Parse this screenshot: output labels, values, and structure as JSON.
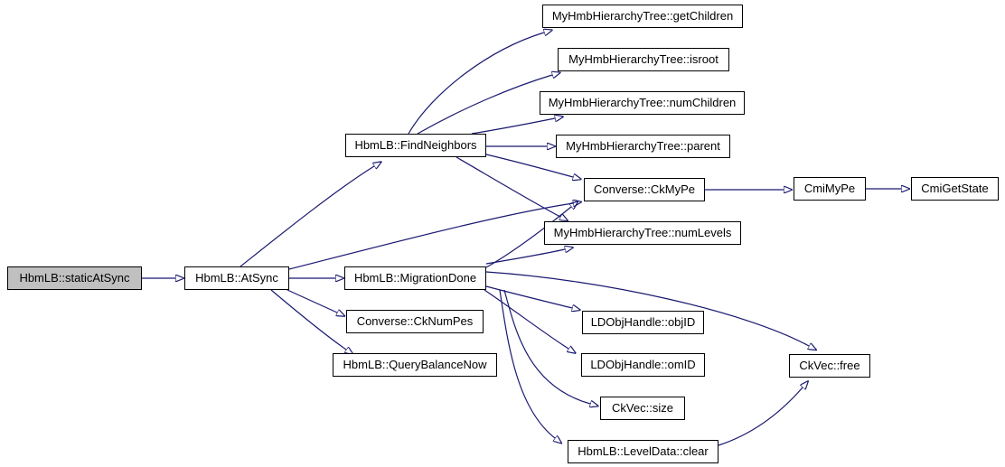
{
  "diagram": {
    "type": "call-graph",
    "nodes": [
      {
        "id": "staticAtSync",
        "label": "HbmLB::staticAtSync",
        "highlighted": true
      },
      {
        "id": "atSync",
        "label": "HbmLB::AtSync",
        "highlighted": false
      },
      {
        "id": "findNeighbors",
        "label": "HbmLB::FindNeighbors",
        "highlighted": false
      },
      {
        "id": "getChildren",
        "label": "MyHmbHierarchyTree::getChildren",
        "highlighted": false
      },
      {
        "id": "isroot",
        "label": "MyHmbHierarchyTree::isroot",
        "highlighted": false
      },
      {
        "id": "numChildren",
        "label": "MyHmbHierarchyTree::numChildren",
        "highlighted": false
      },
      {
        "id": "parent",
        "label": "MyHmbHierarchyTree::parent",
        "highlighted": false
      },
      {
        "id": "ckMyPe",
        "label": "Converse::CkMyPe",
        "highlighted": false
      },
      {
        "id": "cmiMyPe",
        "label": "CmiMyPe",
        "highlighted": false
      },
      {
        "id": "cmiGetState",
        "label": "CmiGetState",
        "highlighted": false
      },
      {
        "id": "numLevels",
        "label": "MyHmbHierarchyTree::numLevels",
        "highlighted": false
      },
      {
        "id": "migrationDone",
        "label": "HbmLB::MigrationDone",
        "highlighted": false
      },
      {
        "id": "ckNumPes",
        "label": "Converse::CkNumPes",
        "highlighted": false
      },
      {
        "id": "queryBalanceNow",
        "label": "HbmLB::QueryBalanceNow",
        "highlighted": false
      },
      {
        "id": "objID",
        "label": "LDObjHandle::objID",
        "highlighted": false
      },
      {
        "id": "omID",
        "label": "LDObjHandle::omID",
        "highlighted": false
      },
      {
        "id": "ckVecSize",
        "label": "CkVec::size",
        "highlighted": false
      },
      {
        "id": "levelDataClear",
        "label": "HbmLB::LevelData::clear",
        "highlighted": false
      },
      {
        "id": "ckVecFree",
        "label": "CkVec::free",
        "highlighted": false
      }
    ],
    "edges": [
      {
        "from": "staticAtSync",
        "to": "atSync"
      },
      {
        "from": "atSync",
        "to": "findNeighbors"
      },
      {
        "from": "atSync",
        "to": "ckMyPe"
      },
      {
        "from": "atSync",
        "to": "migrationDone"
      },
      {
        "from": "atSync",
        "to": "ckNumPes"
      },
      {
        "from": "atSync",
        "to": "queryBalanceNow"
      },
      {
        "from": "findNeighbors",
        "to": "getChildren"
      },
      {
        "from": "findNeighbors",
        "to": "isroot"
      },
      {
        "from": "findNeighbors",
        "to": "numChildren"
      },
      {
        "from": "findNeighbors",
        "to": "parent"
      },
      {
        "from": "findNeighbors",
        "to": "ckMyPe"
      },
      {
        "from": "findNeighbors",
        "to": "numLevels"
      },
      {
        "from": "migrationDone",
        "to": "ckMyPe"
      },
      {
        "from": "migrationDone",
        "to": "numLevels"
      },
      {
        "from": "migrationDone",
        "to": "ckVecFree"
      },
      {
        "from": "migrationDone",
        "to": "objID"
      },
      {
        "from": "migrationDone",
        "to": "omID"
      },
      {
        "from": "migrationDone",
        "to": "ckVecSize"
      },
      {
        "from": "migrationDone",
        "to": "levelDataClear"
      },
      {
        "from": "levelDataClear",
        "to": "ckVecFree"
      },
      {
        "from": "ckMyPe",
        "to": "cmiMyPe"
      },
      {
        "from": "cmiMyPe",
        "to": "cmiGetState"
      }
    ],
    "colors": {
      "edge": "#191970",
      "node_border": "#000000",
      "node_fill": "#ffffff",
      "highlight_fill": "#c0c0c0",
      "text": "#000000",
      "background": "#ffffff"
    }
  }
}
